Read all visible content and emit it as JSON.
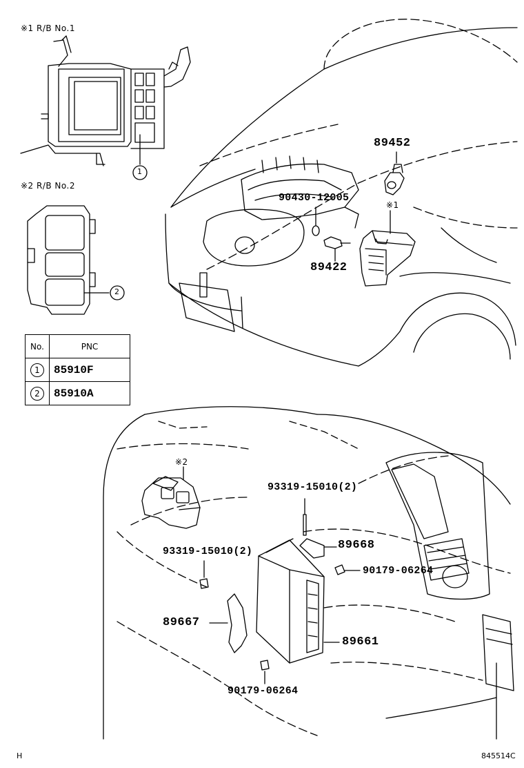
{
  "notes": {
    "rb1": "※1 R/B No.1",
    "rb2": "※2 R/B No.2",
    "mark1": "※1",
    "mark2": "※2"
  },
  "callouts": {
    "c1": "1",
    "c2": "2"
  },
  "parts": {
    "p89452": "89452",
    "p90430": "90430-12005",
    "p89422": "89422",
    "p93319_top": "93319-15010(2)",
    "p89668": "89668",
    "p93319_left": "93319-15010(2)",
    "p90179_right": "90179-06264",
    "p89667": "89667",
    "p89661": "89661",
    "p90179_bottom": "90179-06264"
  },
  "table": {
    "header_no": "No.",
    "header_pnc": "PNC",
    "rows": [
      {
        "no": "1",
        "pnc": "85910F"
      },
      {
        "no": "2",
        "pnc": "85910A"
      }
    ]
  },
  "footer": {
    "left": "H",
    "right": "845514C"
  }
}
